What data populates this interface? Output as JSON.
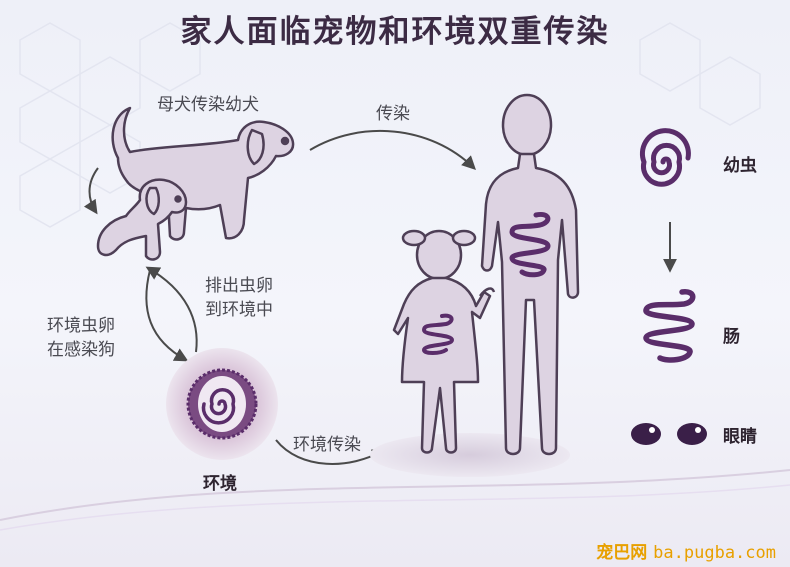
{
  "title": "家人面临宠物和环境双重传染",
  "labels": {
    "mother_to_puppy": "母犬传染幼犬",
    "transmit": "传染",
    "excrete_line1": "排出虫卵",
    "excrete_line2": "到环境中",
    "env_egg_line1": "环境虫卵",
    "env_egg_line2": "在感染狗",
    "environment": "环境",
    "env_transmit": "环境传染"
  },
  "legend": [
    {
      "label": "幼虫",
      "icon": "larva-spiral-icon"
    },
    {
      "label": "肠",
      "icon": "intestine-icon"
    },
    {
      "label": "眼睛",
      "icon": "eyes-icon"
    }
  ],
  "watermark": {
    "cn": "宠巴网",
    "latin": "ba.pugba.com"
  },
  "colors": {
    "silhouette": "#ddd3e2",
    "silhouette_outline": "#4e3f56",
    "parasite": "#5a2d6a",
    "arrow": "#4a4a4a",
    "watermark": "#e8a000"
  }
}
